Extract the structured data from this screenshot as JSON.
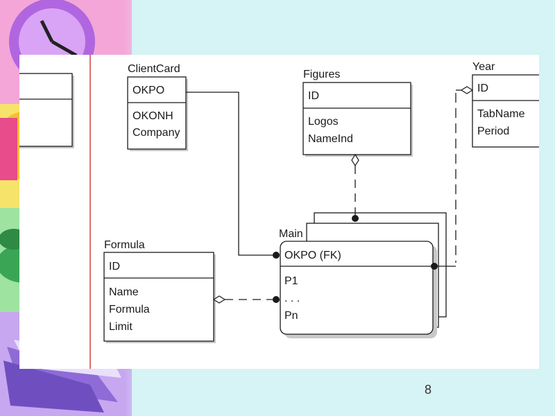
{
  "slide": {
    "number": "8"
  },
  "diagram": {
    "entities": {
      "client_card": {
        "name": "ClientCard",
        "key": "OKPO",
        "attrs": [
          "OKONH",
          "Company"
        ]
      },
      "figures": {
        "name": "Figures",
        "key": "ID",
        "attrs": [
          "Logos",
          "NameInd"
        ]
      },
      "year": {
        "name": "Year",
        "key": "ID",
        "attrs": [
          "TabName",
          "Period"
        ]
      },
      "formula": {
        "name": "Formula",
        "key": "ID",
        "attrs": [
          "Name",
          "Formula",
          "Limit"
        ]
      },
      "main": {
        "name": "Main",
        "key": "OKPO (FK)",
        "attrs": [
          "P1",
          ". . .",
          "Pn"
        ]
      }
    }
  },
  "colors": {
    "background": "#d6f3f5",
    "panel": "#ffffff",
    "separator": "#d04040",
    "line": "#1a1a1a"
  }
}
